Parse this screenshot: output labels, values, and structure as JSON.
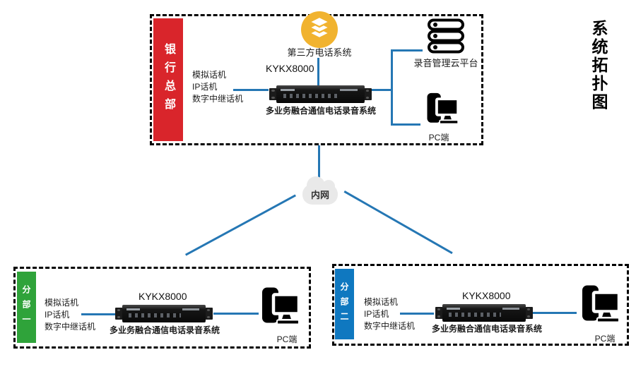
{
  "title": "系统拓扑图",
  "network": {
    "label": "内网"
  },
  "headquarters": {
    "region_label": "银行总部",
    "phones": [
      "模拟话机",
      "IP话机",
      "数字中继话机"
    ],
    "device_model": "KYKX8000",
    "device_caption": "多业务融合通信电话录音系统",
    "third_party_label": "第三方电话系统",
    "cloud_platform_label": "录音管理云平台",
    "pc_label": "PC端"
  },
  "branch1": {
    "region_label": "分部一",
    "phones": [
      "模拟话机",
      "IP话机",
      "数字中继话机"
    ],
    "device_model": "KYKX8000",
    "device_caption": "多业务融合通信电话录音系统",
    "pc_label": "PC端"
  },
  "branch2": {
    "region_label": "分部二",
    "phones": [
      "模拟话机",
      "IP话机",
      "数字中继话机"
    ],
    "device_model": "KYKX8000",
    "device_caption": "多业务融合通信电话录音系统",
    "pc_label": "PC端"
  },
  "icons": {
    "third_party": "layers-icon",
    "cloud_platform": "server-stack-icon",
    "pc": "desktop-pc-icon",
    "network": "cloud-icon"
  },
  "colors": {
    "headquarters_tag": "#d9252b",
    "branch1_tag": "#2fa33a",
    "branch2_tag": "#0f78c0",
    "connector_line": "#2577b4",
    "third_party_icon": "#f1b32f",
    "dashed_border": "#000000",
    "cloud_fill": "#e9e9e9"
  }
}
